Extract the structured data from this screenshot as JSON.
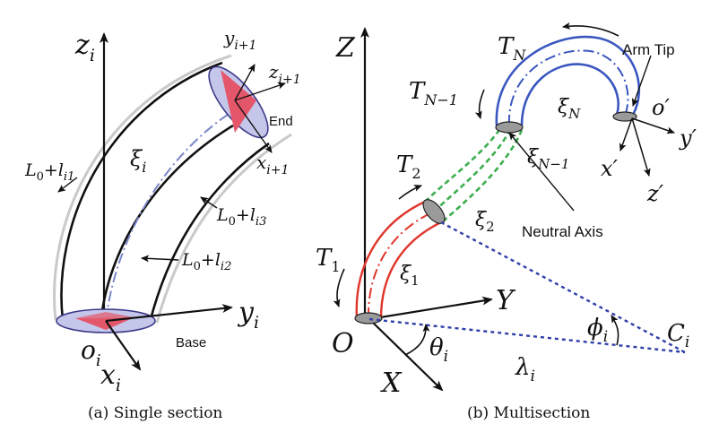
{
  "colors": {
    "body_gray": "#c9c9c9",
    "disk_fill": "#c5c7ea",
    "disk_stroke": "#3e3a8a",
    "triangle": "#e4576a",
    "neutral_axis": "#7a86c8",
    "red_section": "#e0352b",
    "green_section": "#3cae4f",
    "blue_section": "#3a57c0",
    "dotted": "#2f3fa8"
  },
  "panel_a": {
    "caption": "(a) Single section",
    "z_axis": {
      "base": "z",
      "sub": "i"
    },
    "y_axis": {
      "base": "y",
      "sub": "i"
    },
    "x_axis": {
      "base": "x",
      "sub": "i"
    },
    "origin": {
      "base": "o",
      "sub": "i"
    },
    "base_label": "Base",
    "end_label": "End",
    "xi_label": {
      "base": "ξ",
      "sub": "i"
    },
    "y_next": {
      "base": "y",
      "sub": "i+1"
    },
    "z_next": {
      "base": "z",
      "sub": "i+1"
    },
    "x_next": {
      "base": "x",
      "sub": "i+1"
    },
    "length1": {
      "base": "L",
      "sub0": "0",
      "plus": "+",
      "var": "l",
      "sub": "i1"
    },
    "length2": {
      "base": "L",
      "sub0": "0",
      "plus": "+",
      "var": "l",
      "sub": "i2"
    },
    "length3": {
      "base": "L",
      "sub0": "0",
      "plus": "+",
      "var": "l",
      "sub": "i3"
    }
  },
  "panel_b": {
    "caption": "(b) Multisection",
    "Z_axis": "Z",
    "Y_axis": "Y",
    "X_axis": "X",
    "origin": "O",
    "theta": {
      "base": "θ",
      "sub": "i"
    },
    "lambda": {
      "base": "λ",
      "sub": "i"
    },
    "phi": {
      "base": "ϕ",
      "sub": "i"
    },
    "center": {
      "base": "C",
      "sub": "i"
    },
    "T1": {
      "base": "T",
      "sub": "1"
    },
    "T2": {
      "base": "T",
      "sub": "2"
    },
    "TN1": {
      "base": "T",
      "sub": "N−1"
    },
    "TN": {
      "base": "T",
      "sub": "N"
    },
    "xi1": {
      "base": "ξ",
      "sub": "1"
    },
    "xi2": {
      "base": "ξ",
      "sub": "2"
    },
    "xiN1": {
      "base": "ξ",
      "sub": "N−1"
    },
    "xiN": {
      "base": "ξ",
      "sub": "N"
    },
    "neutral_axis": "Neutral Axis",
    "arm_tip": "Arm Tip",
    "o_prime": "o′",
    "x_prime": "x′",
    "y_prime": "y′",
    "z_prime": "z′"
  }
}
